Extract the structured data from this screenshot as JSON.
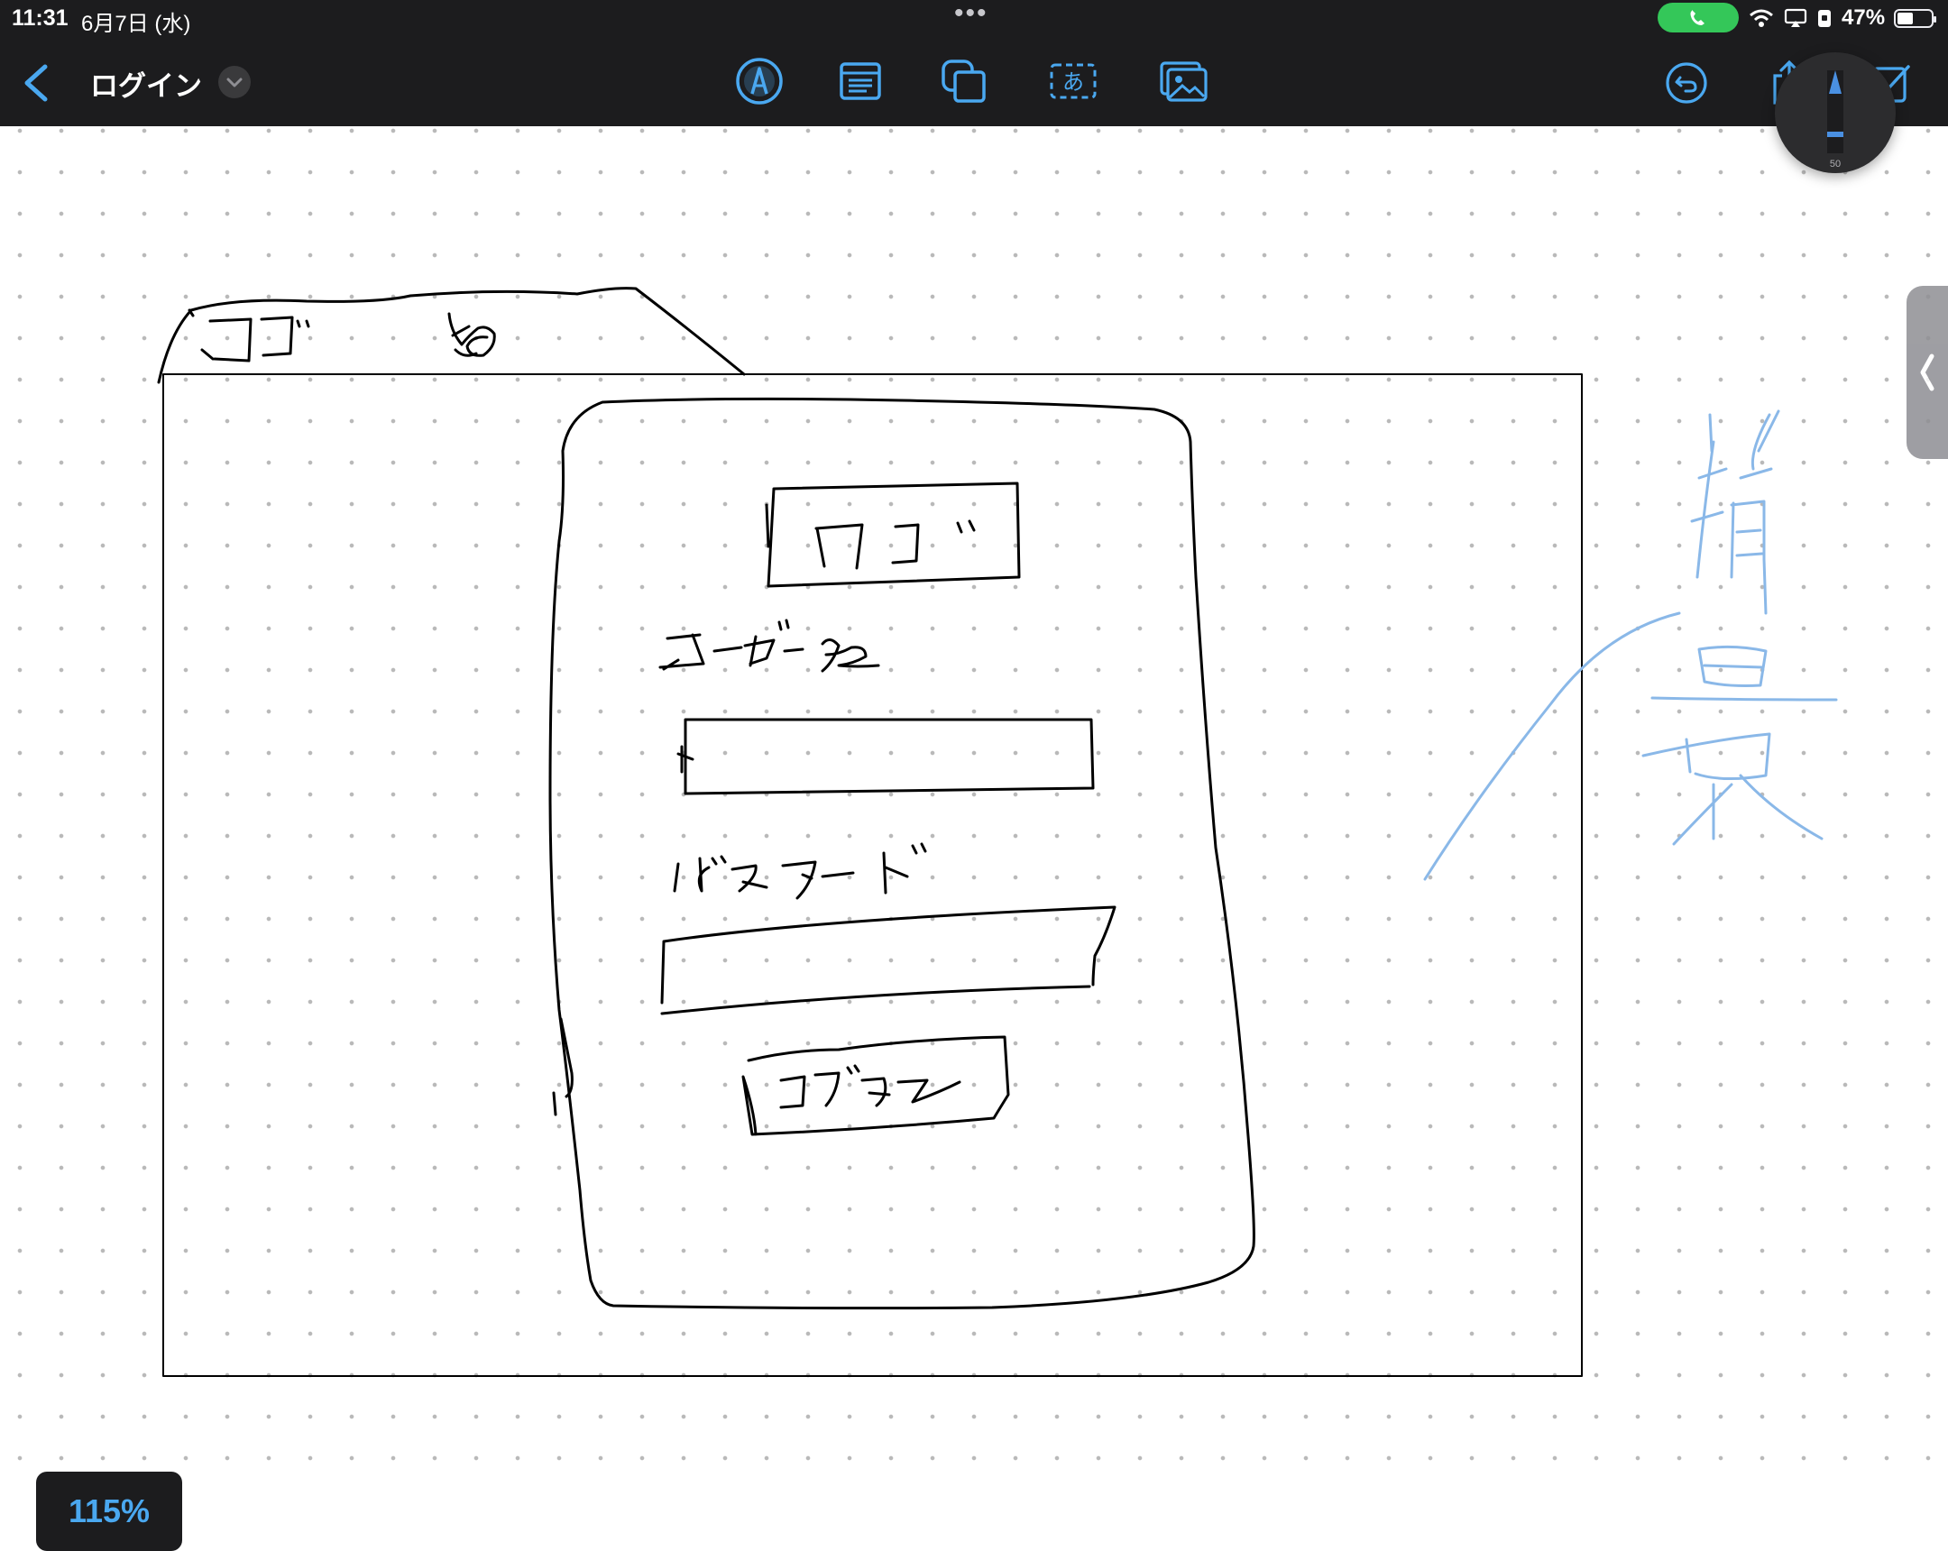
{
  "status_bar": {
    "time": "11:31",
    "date": "6月7日 (水)",
    "battery_percent": "47%",
    "battery_level": 0.47
  },
  "toolbar": {
    "title": "ログイン",
    "accent_color": "#4aa8f0",
    "tools": [
      "pen-tool-icon",
      "text-document-icon",
      "shapes-icon",
      "text-box-icon",
      "image-icon"
    ],
    "right_tools": [
      "undo-icon",
      "share-icon",
      "new-page-icon"
    ]
  },
  "pencil": {
    "size": "50",
    "color": "#4a90e2"
  },
  "zoom": {
    "level": "115%"
  },
  "canvas": {
    "background": "dot-grid",
    "ink_colors": [
      "#000000",
      "#8ab8e8"
    ]
  }
}
